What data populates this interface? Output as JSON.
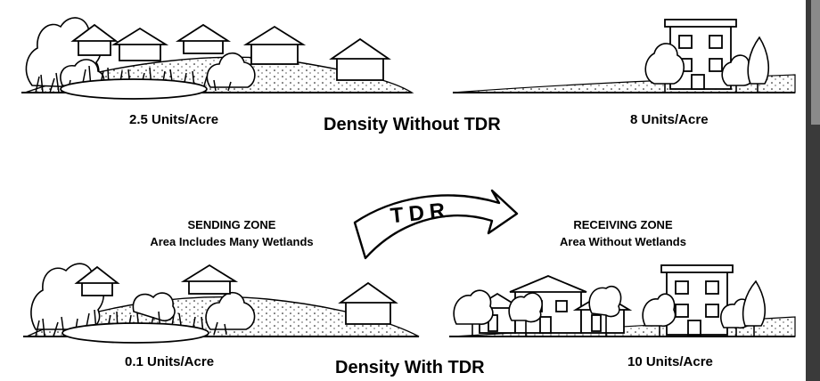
{
  "top": {
    "left_density": "2.5 Units/Acre",
    "title": "Density Without TDR",
    "right_density": "8 Units/Acre"
  },
  "middle": {
    "sending_title": "SENDING ZONE",
    "sending_sub": "Area Includes Many Wetlands",
    "arrow_label": "TDR",
    "receiving_title": "RECEIVING ZONE",
    "receiving_sub": "Area Without Wetlands"
  },
  "bottom": {
    "left_density": "0.1 Units/Acre",
    "title": "Density With TDR",
    "right_density": "10 Units/Acre"
  }
}
